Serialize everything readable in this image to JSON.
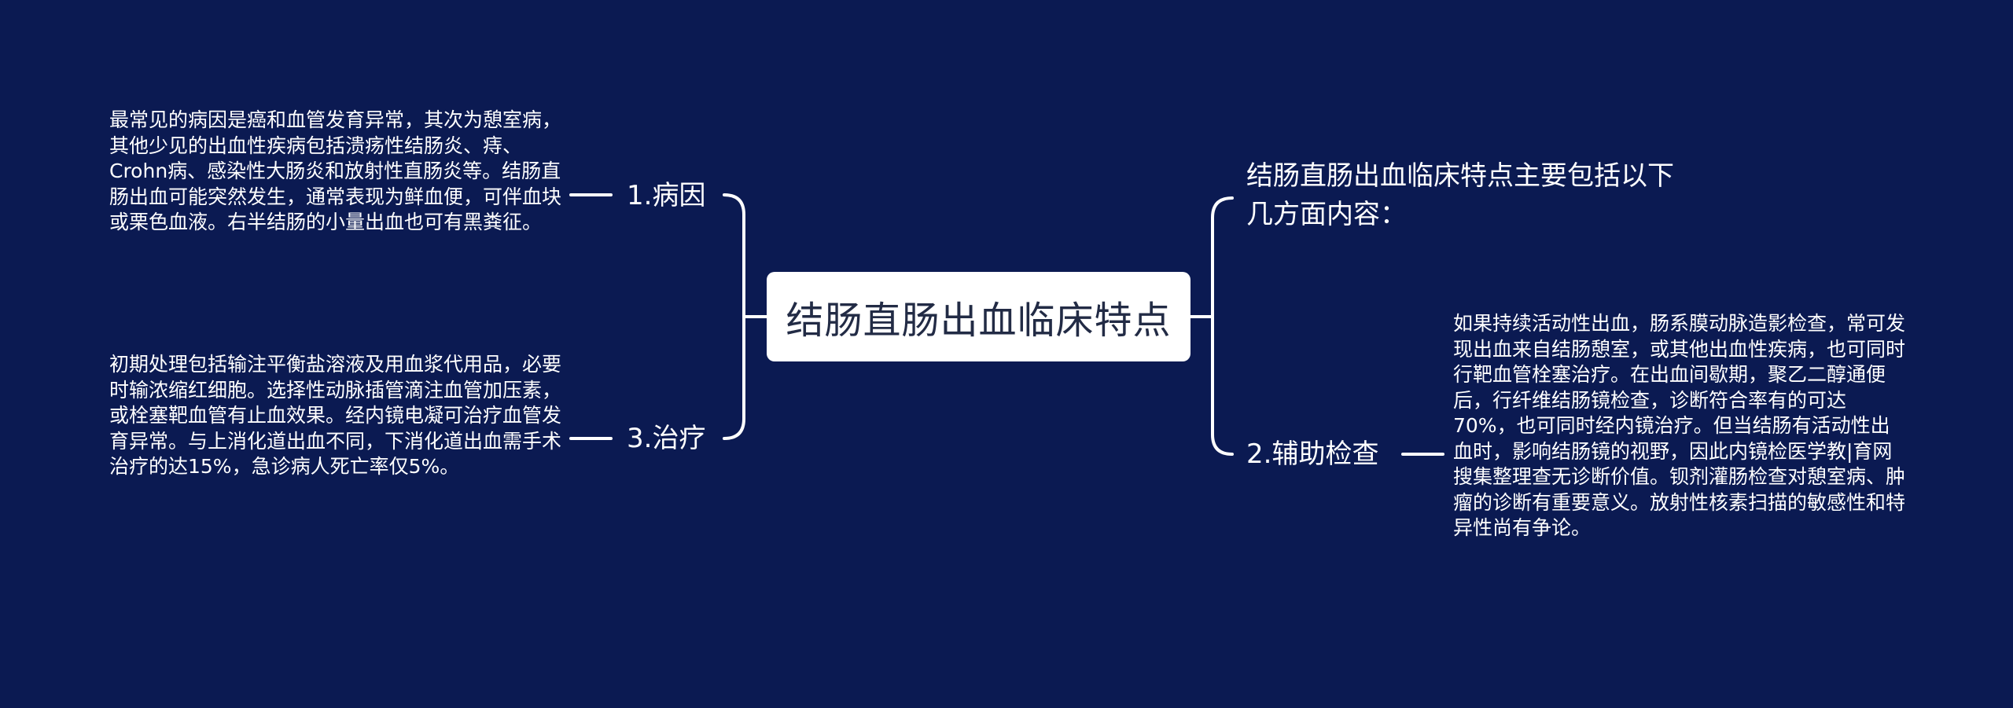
{
  "colors": {
    "background": "#0b1a52",
    "root_fill": "#ffffff",
    "root_text": "#222b45",
    "line": "#ffffff",
    "text": "#ffffff"
  },
  "root": {
    "title": "结肠直肠出血临床特点"
  },
  "branches": {
    "cause": {
      "label": "1.病因",
      "detail": "最常见的病因是癌和血管发育异常，其次为憩室病，其他少见的出血性疾病包括溃疡性结肠炎、痔、Crohn病、感染性大肠炎和放射性直肠炎等。结肠直肠出血可能突然发生，通常表现为鲜血便，可伴血块或栗色血液。右半结肠的小量出血也可有黑粪征。"
    },
    "treatment": {
      "label": "3.治疗",
      "detail": "初期处理包括输注平衡盐溶液及用血浆代用品，必要时输浓缩红细胞。选择性动脉插管滴注血管加压素，或栓塞靶血管有止血效果。经内镜电凝可治疗血管发育异常。与上消化道出血不同，下消化道出血需手术治疗的达15%，急诊病人死亡率仅5%。"
    },
    "summary": {
      "text": "结肠直肠出血临床特点主要包括以下几方面内容："
    },
    "exam": {
      "label": "2.辅助检查",
      "detail": "如果持续活动性出血，肠系膜动脉造影检查，常可发现出血来自结肠憩室，或其他出血性疾病，也可同时行靶血管栓塞治疗。在出血间歇期，聚乙二醇通便后，行纤维结肠镜检查，诊断符合率有的可达70%，也可同时经内镜治疗。但当结肠有活动性出血时，影响结肠镜的视野，因此内镜检医学教|育网搜集整理查无诊断价值。钡剂灌肠检查对憩室病、肿瘤的诊断有重要意义。放射性核素扫描的敏感性和特异性尚有争论。"
    }
  }
}
